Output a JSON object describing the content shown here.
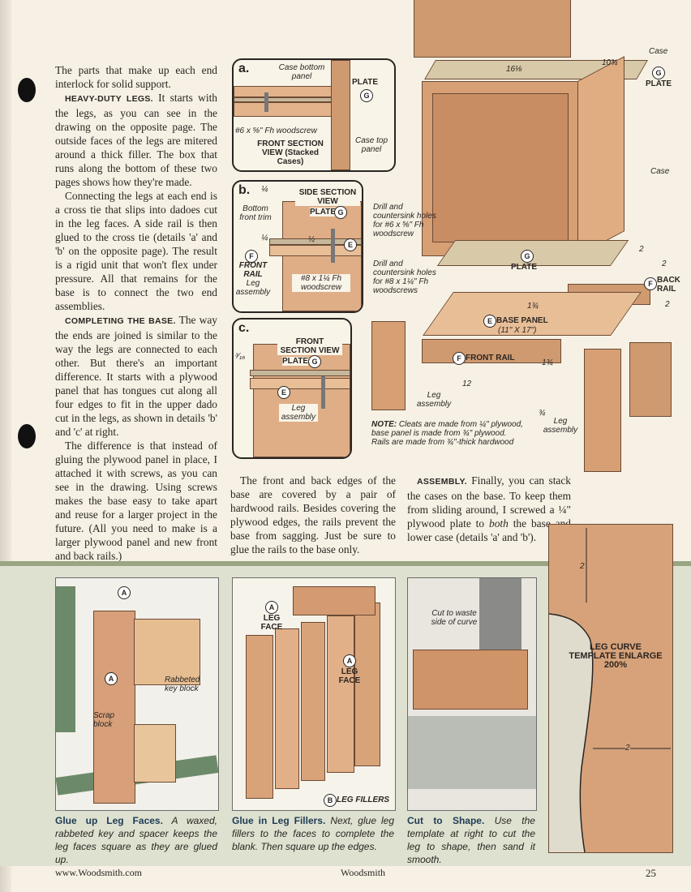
{
  "col1": {
    "p1": "The parts that make up each end interlock for solid support.",
    "runin1": "HEAVY-DUTY LEGS.",
    "p2": " It starts with the legs, as you can see in the drawing on the opposite page. The outside faces of the legs are mitered around a thick filler. The box that runs along the bottom of these two pages shows how they're made.",
    "p3": "Connecting the legs at each end is a cross tie that slips into dadoes cut in the leg faces. A side rail is then glued to the cross tie (details 'a' and 'b' on the opposite page). The result is a rigid unit that won't flex under pressure. All that remains for the base is to connect the two end assemblies.",
    "runin2": "COMPLETING THE BASE.",
    "p4": " The way the ends are joined is similar to the way the legs are connected to each other. But there's an important difference. It starts with a plywood panel that has tongues cut along all four edges to fit in the upper dado cut in the legs, as shown in details 'b' and 'c' at right.",
    "p5": "The difference is that instead of gluing the plywood panel in place, I attached it with screws, as you can see in the drawing. Using screws makes the base easy to take apart and reuse for a larger project in the future. (All you need to make is a larger plywood panel and new front and back rails.)"
  },
  "col2": {
    "p1": "The front and back edges of the base are covered by a pair of hardwood rails. Besides covering the plywood edges, the rails prevent the base from sagging. Just be sure to glue the rails to the base only."
  },
  "col3": {
    "runin": "ASSEMBLY.",
    "p1a": " Finally, you can stack the cases on the base. To keep them from sliding around, I screwed a ",
    "frac": "¼\"",
    "p1b": " plywood plate to ",
    "em": "both",
    "p1c": " the base and lower case (details 'a' and 'b')."
  },
  "detail_a": {
    "letter": "a.",
    "case_bottom": "Case bottom panel",
    "plate": "PLATE",
    "plate_badge": "G",
    "screw": "#6 x ⅝\" Fh woodscrew",
    "case_top": "Case top panel",
    "view": "FRONT SECTION VIEW (Stacked Cases)"
  },
  "detail_b": {
    "letter": "b.",
    "quarter1": "¼",
    "view": "SIDE SECTION VIEW",
    "bottom_trim": "Bottom front trim",
    "plate": "PLATE",
    "plate_badge": "G",
    "quarter2": "¼",
    "half": "½",
    "badge_e": "E",
    "badge_f": "F",
    "front_rail": "FRONT RAIL",
    "leg_assembly": "Leg assembly",
    "screw": "#8 x 1¼ Fh woodscrew"
  },
  "detail_c": {
    "letter": "c.",
    "view": "FRONT SECTION VIEW",
    "three_sixteenths": "³⁄₁₆",
    "plate": "PLATE",
    "plate_badge": "G",
    "badge_e": "E",
    "leg_assembly": "Leg assembly"
  },
  "exploded": {
    "case_top": "Case",
    "w1": "16⅛",
    "w2": "10¾",
    "plate_badge_top": "G",
    "plate_top": "PLATE",
    "case": "Case",
    "drill1": "Drill and countersink holes for #6 x ⅝\" Fh woodscrew",
    "drill2": "Drill and countersink holes for #8 x 1¼\" Fh woodscrews",
    "plate_badge_mid": "G",
    "plate_mid": "PLATE",
    "dim2a": "2",
    "dim2b": "2",
    "back_badge": "F",
    "back_rail": "BACK RAIL",
    "dim2c": "2",
    "d134a": "1¾",
    "base_badge": "E",
    "base_panel": "BASE PANEL",
    "base_size": "(11\" X 17\")",
    "front_badge": "F",
    "front_rail": "FRONT RAIL",
    "d134b": "1¾",
    "d12": "12",
    "leg1": "Leg assembly",
    "d34": "¾",
    "leg2": "Leg assembly",
    "note_label": "NOTE:",
    "note": " Cleats are made from ¼\" plywood, base panel is made from ¾\" plywood. Rails are made from ¾\"-thick hardwood"
  },
  "photo1": {
    "badge_a1": "A",
    "badge_a2": "A",
    "rabbeted": "Rabbeted key block",
    "scrap": "Scrap block"
  },
  "photo2": {
    "badge_a1": "A",
    "leg_face1": "LEG FACE",
    "badge_a2": "A",
    "leg_face2": "LEG FACE",
    "badge_b": "B",
    "leg_fillers": "LEG FILLERS"
  },
  "photo3": {
    "cut": "Cut to waste side of curve"
  },
  "captions": {
    "c1_title": "Glue up Leg Faces.",
    "c1_text": " A waxed, rabbeted key and spacer keeps the leg faces square as they are glued up.",
    "c2_title": "Glue in Leg Fillers.",
    "c2_text": " Next, glue leg fillers to the faces to complete the blank. Then square up the edges.",
    "c3_title": "Cut to Shape.",
    "c3_text": " Use the template at right to cut the leg to shape, then sand it smooth."
  },
  "template": {
    "title": "LEG CURVE TEMPLATE ENLARGE 200%",
    "dim_top": "2",
    "dim_bottom": "2"
  },
  "footer": {
    "url": "www.Woodsmith.com",
    "mag": "Woodsmith",
    "page": "25"
  }
}
